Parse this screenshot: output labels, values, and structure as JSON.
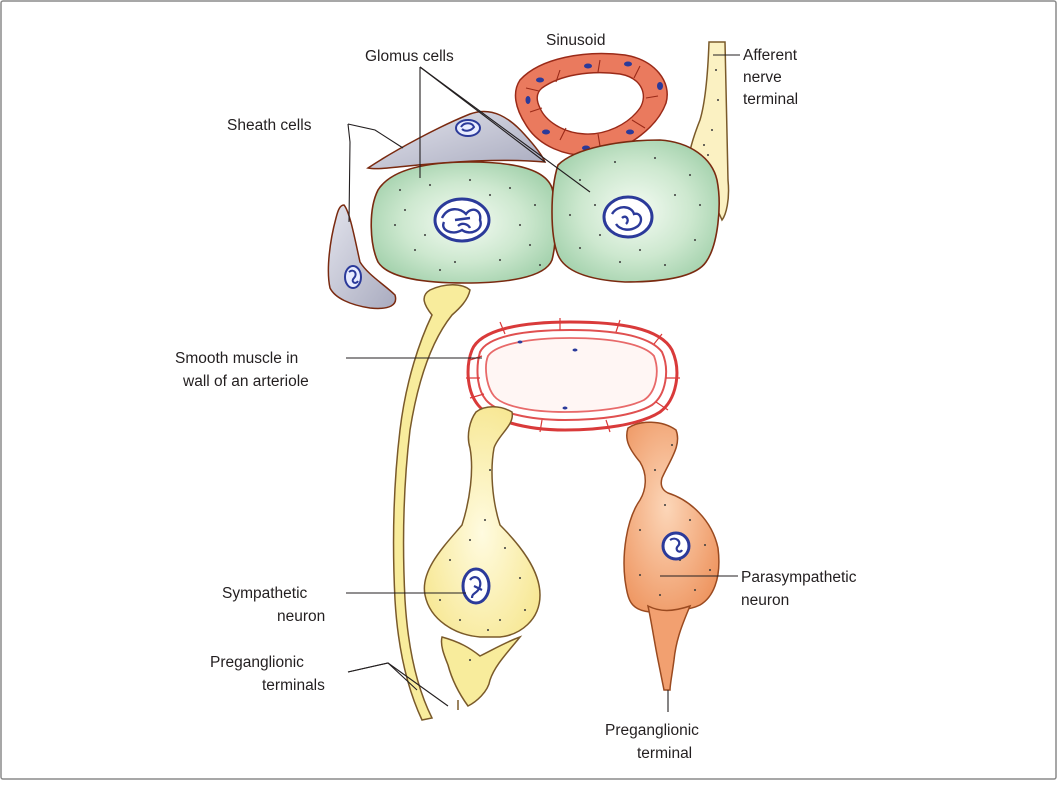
{
  "labels": {
    "glomus_cells": "Glomus cells",
    "sinusoid": "Sinusoid",
    "afferent_1": "Afferent",
    "afferent_2": "nerve",
    "afferent_3": "terminal",
    "sheath_cells": "Sheath cells",
    "smooth_muscle_1": "Smooth muscle in",
    "smooth_muscle_2": "wall of an arteriole",
    "sympathetic_1": "Sympathetic",
    "sympathetic_2": "neuron",
    "parasympathetic_1": "Parasympathetic",
    "parasympathetic_2": "neuron",
    "preganglionic_terminals_1": "Preganglionic",
    "preganglionic_terminals_2": "terminals",
    "preganglionic_terminal_1": "Preganglionic",
    "preganglionic_terminal_2": "terminal"
  },
  "colors": {
    "glomus_fill": "#bfe0c4",
    "sheath_fill": "#c6c8d8",
    "sinusoid_fill": "#ea7a5e",
    "nucleus_blue": "#2b3a9a",
    "sympathetic_fill": "#f8ec9c",
    "parasympathetic_fill": "#f2a070",
    "arteriole_red": "#d93a3a"
  }
}
